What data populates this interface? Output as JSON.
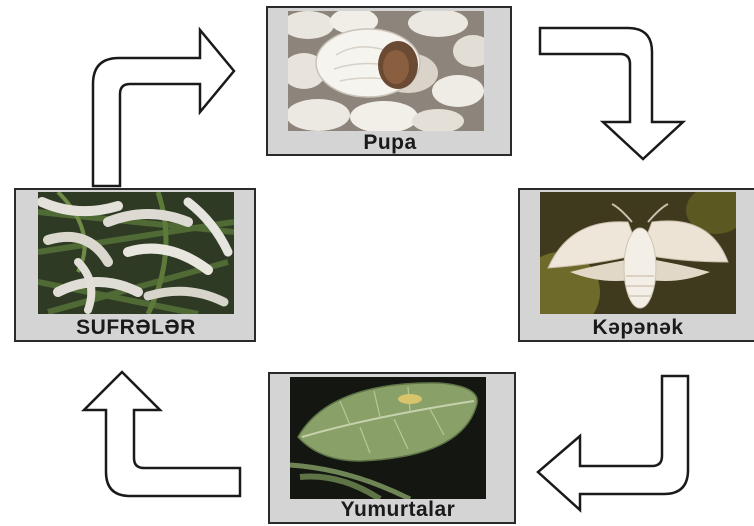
{
  "diagram": {
    "stages": [
      {
        "id": "pupa",
        "label": "Pupa",
        "image": "silkworm-cocoons-photo"
      },
      {
        "id": "moth",
        "label": "Kəpənək",
        "image": "silk-moth-photo"
      },
      {
        "id": "eggs",
        "label": "Yumurtalar",
        "image": "eggs-on-mulberry-leaf-photo"
      },
      {
        "id": "larvae",
        "label": "SUFRƏLƏR",
        "image": "silkworm-larvae-photo"
      }
    ],
    "arrows": [
      {
        "from": "larvae",
        "to": "pupa",
        "icon": "curved-arrow-up-right-icon"
      },
      {
        "from": "pupa",
        "to": "moth",
        "icon": "curved-arrow-right-down-icon"
      },
      {
        "from": "moth",
        "to": "eggs",
        "icon": "curved-arrow-down-left-icon"
      },
      {
        "from": "eggs",
        "to": "larvae",
        "icon": "curved-arrow-left-up-icon"
      }
    ],
    "colors": {
      "card_fill": "#d4d4d4",
      "card_border": "#2a2a2a",
      "arrow_fill": "#ffffff",
      "arrow_stroke": "#1a1a1a"
    }
  }
}
